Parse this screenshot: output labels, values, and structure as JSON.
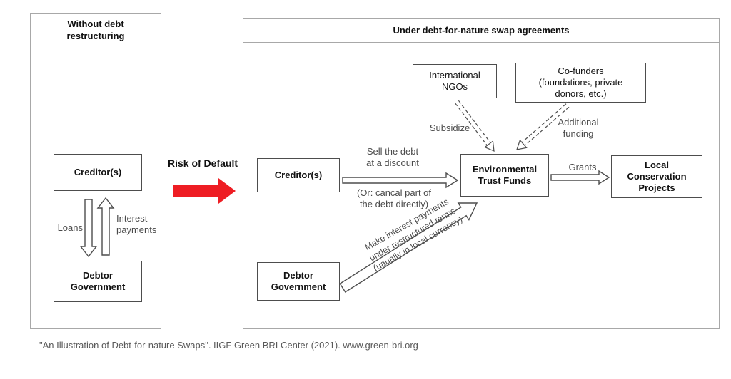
{
  "colors": {
    "red_arrow": "#ee1d23"
  },
  "left_panel": {
    "title": "Without debt\nrestructuring",
    "creditors_box": "Creditor(s)",
    "debtor_box": "Debtor\nGovernment",
    "loans_label": "Loans",
    "interest_label": "Interest\npayments"
  },
  "middle": {
    "risk_label": "Risk of Default"
  },
  "right_panel": {
    "title": "Under debt-for-nature swap agreements",
    "ngo_box": "International\nNGOs",
    "cofunders_box": "Co-funders\n(foundations, private\ndonors, etc.)",
    "creditors_box": "Creditor(s)",
    "etf_box": "Environmental\nTrust Funds",
    "local_box": "Local\nConservation\nProjects",
    "debtor_box": "Debtor\nGovernment",
    "subsidize_label": "Subsidize",
    "additional_funding_label": "Additional\nfunding",
    "sell_debt_label": "Sell the debt\nat a discount",
    "or_cancel_label": "(Or: cancal part of\nthe debt directly)",
    "grants_label": "Grants",
    "restructured_label": "Make interest payments\nunder restructured terms\n(uaually in local currency)"
  },
  "caption": "\"An Illustration of Debt-for-nature Swaps\". IIGF Green BRI Center (2021). www.green-bri.org"
}
